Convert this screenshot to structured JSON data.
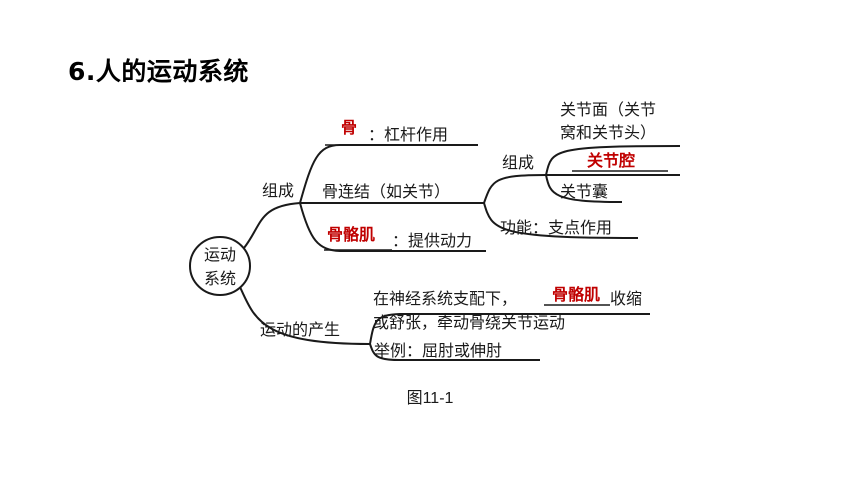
{
  "title": "6.人的运动系统",
  "diagram": {
    "root": "运动\n系统",
    "root_line1": "运动",
    "root_line2": "系统",
    "composition": {
      "label": "组成",
      "bone": {
        "answer": "骨",
        "text": "：杠杆作用"
      },
      "joint": {
        "label": "骨连结（如关节）",
        "structure": {
          "label": "组成",
          "surface_line1": "关节面（关节",
          "surface_line2": "窝和关节头）",
          "cavity_answer": "关节腔",
          "capsule": "关节囊"
        },
        "function": "功能：支点作用"
      },
      "muscle": {
        "answer": "骨骼肌",
        "text": "：提供动力"
      }
    },
    "production": {
      "label": "运动的产生",
      "desc_prefix": "在神经系统支配下，",
      "desc_answer": "骨骼肌",
      "desc_suffix": "收缩",
      "desc_line2": "或舒张，牵动骨绕关节运动",
      "example": "举例：屈肘或伸肘"
    }
  },
  "caption": "图11-1",
  "colors": {
    "answer": "#c00000",
    "line": "#1a1a1a"
  }
}
